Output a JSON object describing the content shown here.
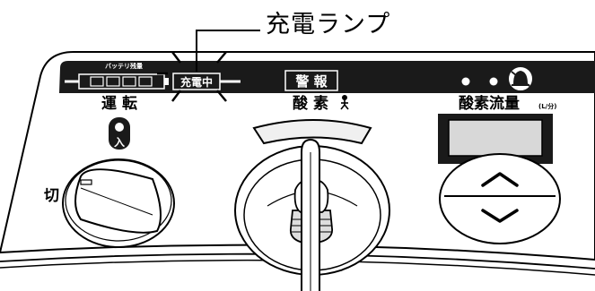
{
  "callout": {
    "charge_lamp": "充電ランプ"
  },
  "panel": {
    "battery_label": "バッテリ残量",
    "charging_label": "充電中",
    "alarm_label": "警 報",
    "operation_label": "運 転",
    "on_label": "入",
    "off_label": "切",
    "oxygen_label": "酸 素",
    "flow_label": "酸素流量",
    "flow_unit": "(L/分)"
  }
}
